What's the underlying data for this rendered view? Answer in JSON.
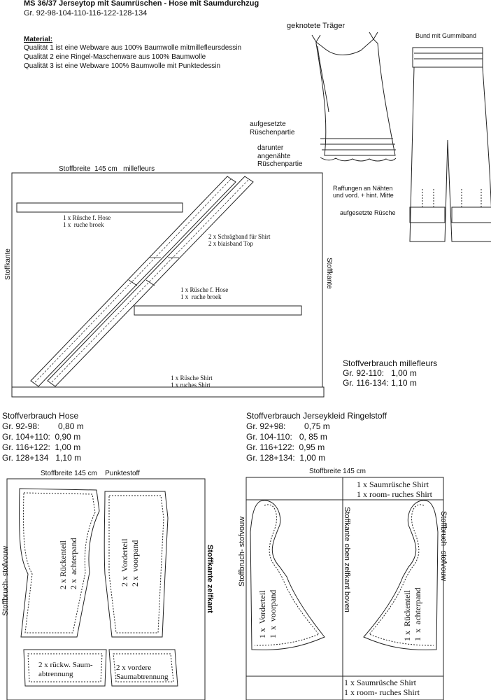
{
  "header": {
    "title": "MS 36/37 Jerseytop mit Saumrüschen - Hose mit Saumdurchzug",
    "sizes": "Gr. 92-98-104-110-116-122-128-134"
  },
  "material": {
    "heading": "Material:",
    "lines": [
      "Qualität 1 ist eine Webware aus 100% Baumwolle mitmillefleursdessin",
      "Qualität 2 eine Ringel-Maschenware aus 100% Baumwolle",
      "Qualität 3 ist eine Webware 100% Baumwolle mit Punktedessin"
    ]
  },
  "illustrations": {
    "top_label": "geknotete Träger",
    "pants_label": "Bund mit Gummiband",
    "ruffle_top": "aufgesetzte\nRüschenpartie",
    "ruffle_below": "darunter\nangenähte\nRüschenpartie",
    "gathers": "Raffungen an Nähten\nund vord. + hint. Mitte",
    "ruffle_pants": "aufgesetzte Rüsche"
  },
  "layout1": {
    "width_label": "Stoffbreite  145 cm   millefleurs",
    "selvedge_left": "Stoffkante",
    "selvedge_right": "Stoffkante",
    "piece_ruffle_pants_1": "1 x Rüsche f. Hose\n1 x  ruche broek",
    "piece_bias": "2 x Schrägband für Shirt\n2 x biaisband Top",
    "piece_ruffle_pants_2": "1 x Rüsche f. Hose\n1 x  ruche broek",
    "piece_ruffle_shirt": "1 x Rüsche Shirt\n1 x ruches Shirt"
  },
  "consumption_millefleurs": {
    "heading": "Stoffverbrauch  millefleurs",
    "rows": [
      "Gr. 92-110:   1,00 m",
      "Gr. 116-134: 1,10 m"
    ]
  },
  "consumption_pants": {
    "heading": "Stoffverbrauch  Hose",
    "rows": [
      "Gr. 92-98:        0,80 m",
      "Gr. 104+110:  0,90 m",
      "Gr. 116+122:  1,00 m",
      "Gr. 128+134   1,10 m"
    ]
  },
  "consumption_jersey": {
    "heading": "Stoffverbrauch Jerseykleid Ringelstoff",
    "rows": [
      "Gr. 92+98:        0,75 m",
      "Gr. 104-110:   0, 85 m",
      "Gr. 116+122:  0,95 m",
      "Gr. 128+134:  1,00 m"
    ]
  },
  "layout2": {
    "width_label": "Stoffbreite 145 cm    Punktestoff",
    "fold": "Stoffbruch- stofvouw",
    "selvedge": "Stoffkante zelfkant",
    "back": "2 x Rückenteil\n2 x  achterpand",
    "front": "2 x  Vorderteil\n2 x  voorpand",
    "hem_back": "2 x rückw. Saum-\nabtrennung",
    "hem_front": "2 x vordere\nSaumabtrennung"
  },
  "layout3": {
    "width_label": "Stoffbreite 145 cm",
    "ruffle_top": "1 x Saumrüsche Shirt\n1 x room- ruches Shirt",
    "fold_left": "Stoffbruch- stofvouw",
    "fold_right": "Stoffbruch- stofvouw",
    "selvedge_center": "Stoffkante oben  zelfkant boven",
    "front": "1 x  Vorderteil\n1  x  voorpand",
    "back": "1 x  Rückenteil\n1  x  achterpand",
    "ruffle_bottom": "1 x Saumrüsche Shirt\n1 x room- ruches Shirt"
  }
}
